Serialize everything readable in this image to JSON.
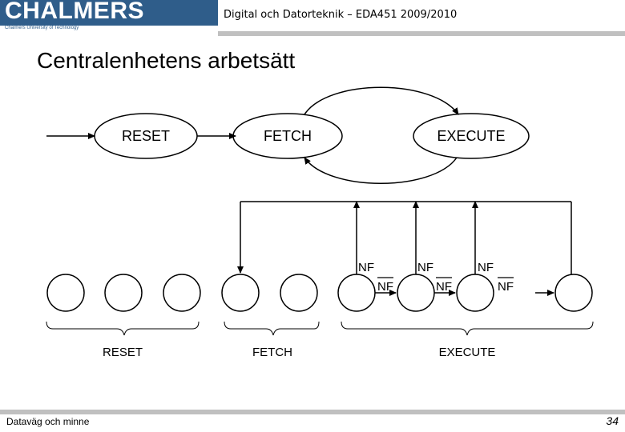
{
  "header": {
    "logo": "CHALMERS",
    "logo_sub": "Chalmers University of Technology",
    "course": "Digital och Datorteknik – EDA451 2009/2010"
  },
  "title": "Centralenhetens arbetsätt",
  "states": {
    "reset": "RESET",
    "fetch": "FETCH",
    "execute": "EXECUTE"
  },
  "flags": {
    "nf": "NF"
  },
  "groups": {
    "reset": "RESET",
    "fetch": "FETCH",
    "execute": "EXECUTE"
  },
  "footer": {
    "left": "Dataväg och minne",
    "page": "34"
  },
  "colors": {
    "brand": "#2f5d8a",
    "rule": "#c0c0c0"
  }
}
